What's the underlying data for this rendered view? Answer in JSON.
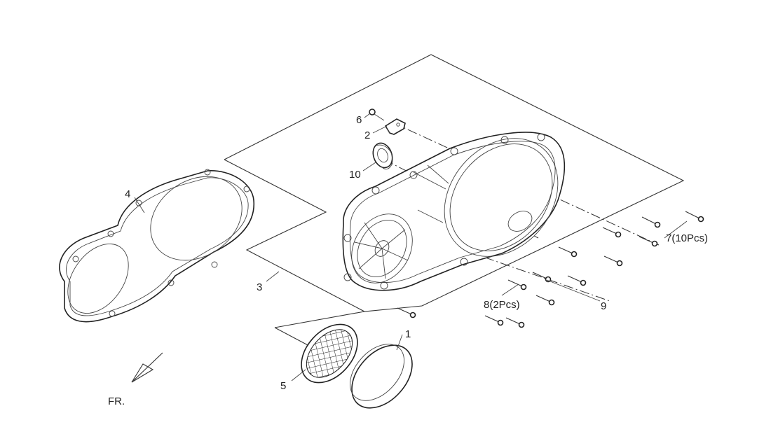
{
  "labels": {
    "p1": "1",
    "p2": "2",
    "p3": "3",
    "p4": "4",
    "p5": "5",
    "p6": "6",
    "p7": "7(10Pcs)",
    "p8": "8(2Pcs)",
    "p9": "9",
    "p10": "10",
    "front": "FR."
  }
}
